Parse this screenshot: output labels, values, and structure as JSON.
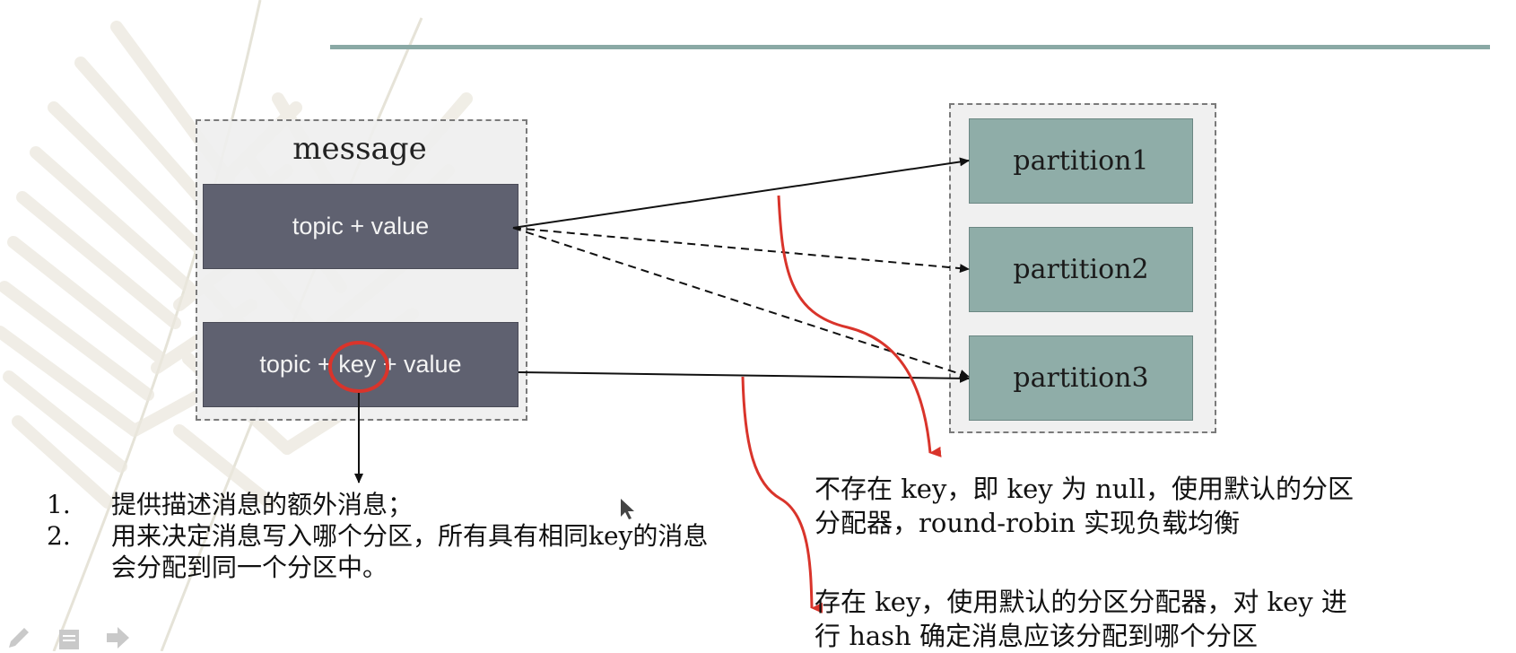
{
  "message_box": {
    "title": "message",
    "field_no_key": {
      "before": "topic + value"
    },
    "field_with_key": {
      "before": "topic + ",
      "key": "key",
      "after": " + value"
    }
  },
  "partitions": [
    "partition1",
    "partition2",
    "partition3"
  ],
  "key_notes": [
    {
      "number": "1.",
      "text": "提供描述消息的额外消息；"
    },
    {
      "number": "2.",
      "text": "用来决定消息写入哪个分区，所有具有相同key的消息会分配到同一个分区中。"
    }
  ],
  "no_key_note": [
    "不存在 key，即 key 为 null，使用默认的分区",
    "分配器，round-robin 实现负载均衡"
  ],
  "with_key_note": [
    "存在 key，使用默认的分区分配器，对 key 进",
    "行 hash 确定消息应该分配到哪个分区"
  ],
  "colors": {
    "field": "#5f6170",
    "partition": "#8fada8",
    "accent_red": "#d9342b",
    "rule": "#8aa9a5"
  },
  "icons": [
    "pen-icon",
    "notes-icon",
    "arrow-right-icon"
  ]
}
